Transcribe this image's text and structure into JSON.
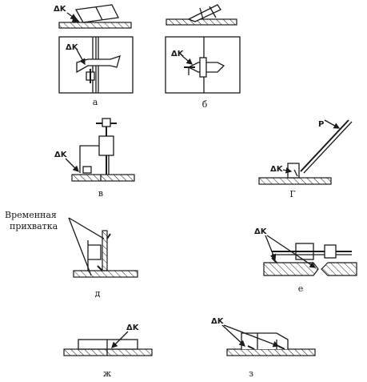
{
  "panels": [
    {
      "id": "a",
      "label": "а",
      "marker": "ΔK"
    },
    {
      "id": "b",
      "label": "б",
      "marker": "ΔK"
    },
    {
      "id": "v",
      "label": "в",
      "marker": "ΔK"
    },
    {
      "id": "g",
      "label": "Г",
      "marker": "ΔK",
      "force": "P"
    },
    {
      "id": "d",
      "label": "д",
      "note_line1": "Временная",
      "note_line2": "прихватка"
    },
    {
      "id": "e",
      "label": "е",
      "marker": "ΔK"
    },
    {
      "id": "zh",
      "label": "ж",
      "marker": "ΔK"
    },
    {
      "id": "z",
      "label": "з",
      "marker": "ΔK"
    }
  ]
}
